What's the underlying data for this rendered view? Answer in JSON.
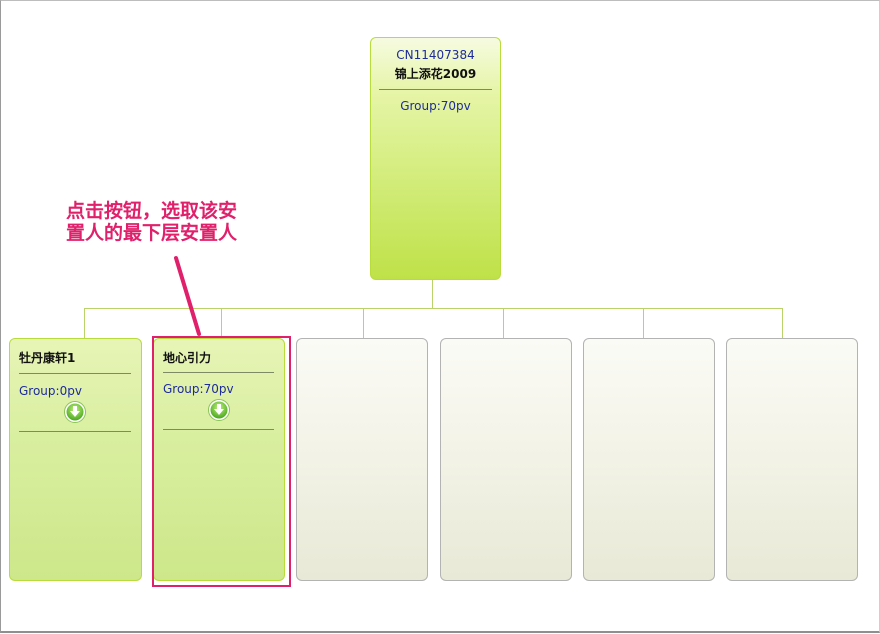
{
  "root": {
    "code": "CN11407384",
    "name": "锦上添花2009",
    "group": "Group:70pv"
  },
  "children": [
    {
      "name": "牡丹康轩1",
      "group": "Group:0pv"
    },
    {
      "name": "地心引力",
      "group": "Group:70pv"
    }
  ],
  "annotation": {
    "line1": "点击按钮，选取该安",
    "line2": "置人的最下层安置人"
  },
  "colors": {
    "accent_pink": "#e0206b",
    "green": "#c6e55c",
    "link_blue": "#1e2b9b"
  }
}
